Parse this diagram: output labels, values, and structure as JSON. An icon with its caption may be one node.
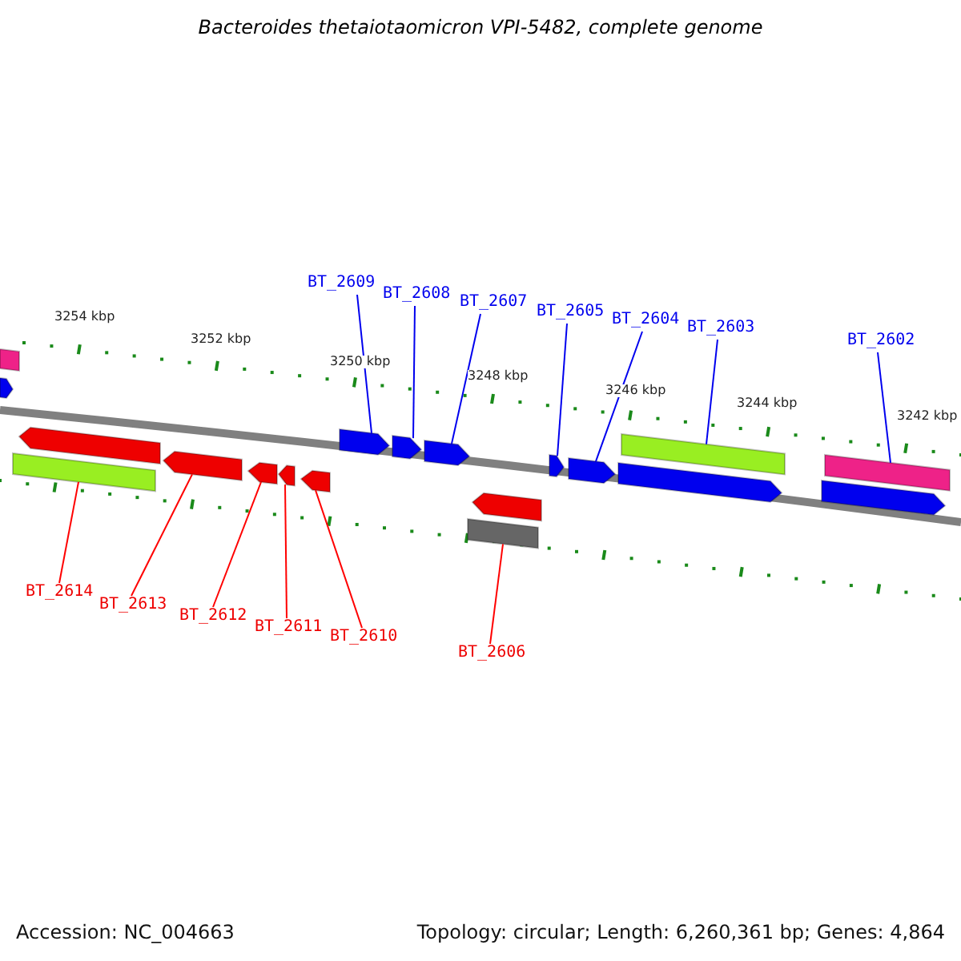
{
  "diagram": {
    "title": "Bacteroides thetaiotaomicron VPI-5482, complete genome",
    "nodes": [
      {
        "text": [
          "BT_2609"
        ]
      },
      {
        "text": [
          "BT_2608"
        ]
      },
      {
        "text": [
          "BT_2607"
        ]
      },
      {
        "text": [
          "BT_2605"
        ]
      },
      {
        "text": [
          "BT_2604"
        ]
      },
      {
        "text": [
          "BT_2603"
        ]
      },
      {
        "text": [
          "BT_2602"
        ]
      },
      {
        "text": [
          "BT_2614"
        ]
      },
      {
        "text": [
          "BT_2613"
        ]
      },
      {
        "text": [
          "BT_2612"
        ]
      },
      {
        "text": [
          "BT_2611"
        ]
      },
      {
        "text": [
          "BT_2610"
        ]
      },
      {
        "text": [
          "BT_2606"
        ]
      },
      {
        "text": [],
        "shape": "bar"
      },
      {
        "text": [],
        "shape": "pentagon"
      },
      {
        "text": [],
        "shape": "bar"
      },
      {
        "text": [],
        "shape": "pentagon"
      },
      {
        "text": [],
        "shape": "pentagon"
      },
      {
        "text": [],
        "shape": "pentagon"
      },
      {
        "text": [],
        "shape": "pentagon"
      },
      {
        "text": [],
        "shape": "pentagon"
      },
      {
        "text": [],
        "shape": "pentagon"
      },
      {
        "text": [],
        "shape": "pentagon"
      },
      {
        "text": [],
        "shape": "pentagon"
      },
      {
        "text": [],
        "shape": "bar"
      },
      {
        "text": [],
        "shape": "pentagon"
      },
      {
        "text": [],
        "shape": "pentagon"
      },
      {
        "text": [],
        "shape": "pentagon"
      },
      {
        "text": [],
        "shape": "pentagon"
      },
      {
        "text": [],
        "shape": "bar"
      },
      {
        "text": [],
        "shape": "pentagon"
      },
      {
        "text": [],
        "shape": "bar"
      }
    ],
    "edges": [
      {
        "from": 0,
        "to": 21,
        "arrow": "none"
      },
      {
        "from": 1,
        "to": 22,
        "arrow": "none"
      },
      {
        "from": 2,
        "to": 23,
        "arrow": "none"
      },
      {
        "from": 3,
        "to": 26,
        "arrow": "none"
      },
      {
        "from": 4,
        "to": 27,
        "arrow": "none"
      },
      {
        "from": 5,
        "to": 29,
        "arrow": "none"
      },
      {
        "from": 6,
        "to": 31,
        "arrow": "none"
      },
      {
        "from": 7,
        "to": 15,
        "arrow": "none",
        "color": "#ff0000"
      },
      {
        "from": 8,
        "to": 17,
        "arrow": "none",
        "color": "#ff0000"
      },
      {
        "from": 9,
        "to": 18,
        "arrow": "none",
        "color": "#ff0000"
      },
      {
        "from": 10,
        "to": 19,
        "arrow": "none",
        "color": "#ff0000"
      },
      {
        "from": 11,
        "to": 20,
        "arrow": "none",
        "color": "#ff0000"
      },
      {
        "from": 12,
        "to": 24,
        "arrow": "none",
        "color": "#ff0000"
      }
    ],
    "labels": [
      "3254 kbp",
      "3252 kbp",
      "3250 kbp",
      "3248 kbp",
      "3246 kbp",
      "3244 kbp",
      "3242 kbp",
      "Accession: NC_004663",
      "Topology: circular; Length: 6,260,361 bp; Genes: 4,864"
    ]
  }
}
